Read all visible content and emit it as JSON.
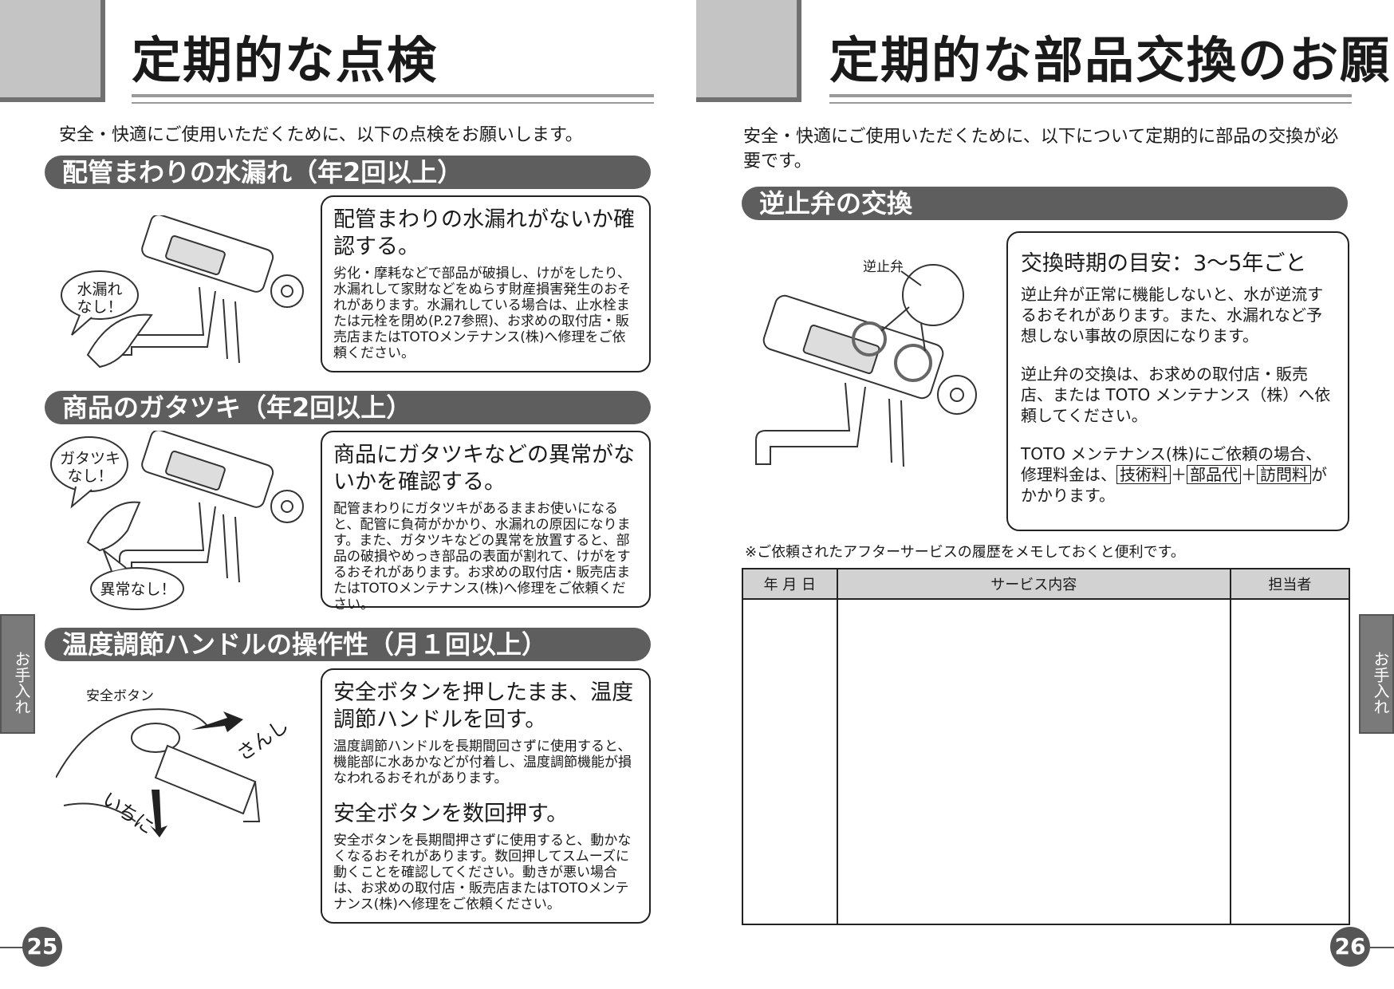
{
  "left_page": {
    "title": "定期的な点検",
    "intro": "安全・快適にご使用いただくために、以下の点検をお願いします。",
    "sections": [
      {
        "header": "配管まわりの水漏れ（年2回以上）",
        "box_title": "配管まわりの水漏れがないか確認する。",
        "box_body": "劣化・摩耗などで部品が破損し、けがをしたり、水漏れして家財などをぬらす財産損害発生のおそれがあります。水漏れしている場合は、止水栓または元栓を閉め(P.27参照)、お求めの取付店・販売店またはTOTOメンテナンス(株)へ修理をご依頼ください。",
        "bubble": "水漏れなし！"
      },
      {
        "header": "商品のガタツキ（年2回以上）",
        "box_title": "商品にガタツキなどの異常がないかを確認する。",
        "box_body": "配管まわりにガタツキがあるままお使いになると、配管に負荷がかかり、水漏れの原因になります。また、ガタツキなどの異常を放置すると、部品の破損やめっき部品の表面が割れて、けがをするおそれがあります。お求めの取付店・販売店またはTOTOメンテナンス(株)へ修理をご依頼ください。",
        "bubble_top": "ガタツキなし！",
        "bubble_bottom": "異常なし！"
      },
      {
        "header": "温度調節ハンドルの操作性（月１回以上）",
        "box_title_1": "安全ボタンを押したまま、温度調節ハンドルを回す。",
        "box_body_1": "温度調節ハンドルを長期間回さずに使用すると、機能部に水あかなどが付着し、温度調節機能が損なわれるおそれがあります。",
        "box_title_2": "安全ボタンを数回押す。",
        "box_body_2": "安全ボタンを長期間押さずに使用すると、動かなくなるおそれがあります。数回押してスムーズに動くことを確認してください。動きが悪い場合は、お求めの取付店・販売店またはTOTOメンテナンス(株)へ修理をご依頼ください。",
        "label_button": "安全ボタン",
        "label_sanshi": "さんし",
        "label_ichini": "いちに"
      }
    ],
    "side_tab": "お手入れ",
    "page_number": "25"
  },
  "right_page": {
    "title": "定期的な部品交換のお願い",
    "intro": "安全・快適にご使用いただくために、以下について定期的に部品の交換が必要です。",
    "section_header": "逆止弁の交換",
    "valve_label": "逆止弁",
    "box_title": "交換時期の目安：3〜5年ごと",
    "box_p1": "逆止弁が正常に機能しないと、水が逆流するおそれがあります。また、水漏れなど予想しない事故の原因になります。",
    "box_p2": "逆止弁の交換は、お求めの取付店・販売店、または TOTO メンテナンス（株）へ依頼してください。",
    "box_p3_before": "TOTO メンテナンス(株)にご依頼の場合、修理料金は、",
    "fee_items": [
      "技術料",
      "部品代",
      "訪問料"
    ],
    "fee_plus": "＋",
    "box_p3_after_1": "が",
    "box_p3_after_2": "かかります。",
    "note": "※ご依頼されたアフターサービスの履歴をメモしておくと便利です。",
    "table_headers": [
      "年 月 日",
      "サービス内容",
      "担当者"
    ],
    "side_tab": "お手入れ",
    "page_number": "26"
  },
  "colors": {
    "pill_bg": "#5e5e5e",
    "gray_block": "#c4c4c4",
    "table_header_bg": "#d2d2d2",
    "page_number_bg": "#555555"
  }
}
